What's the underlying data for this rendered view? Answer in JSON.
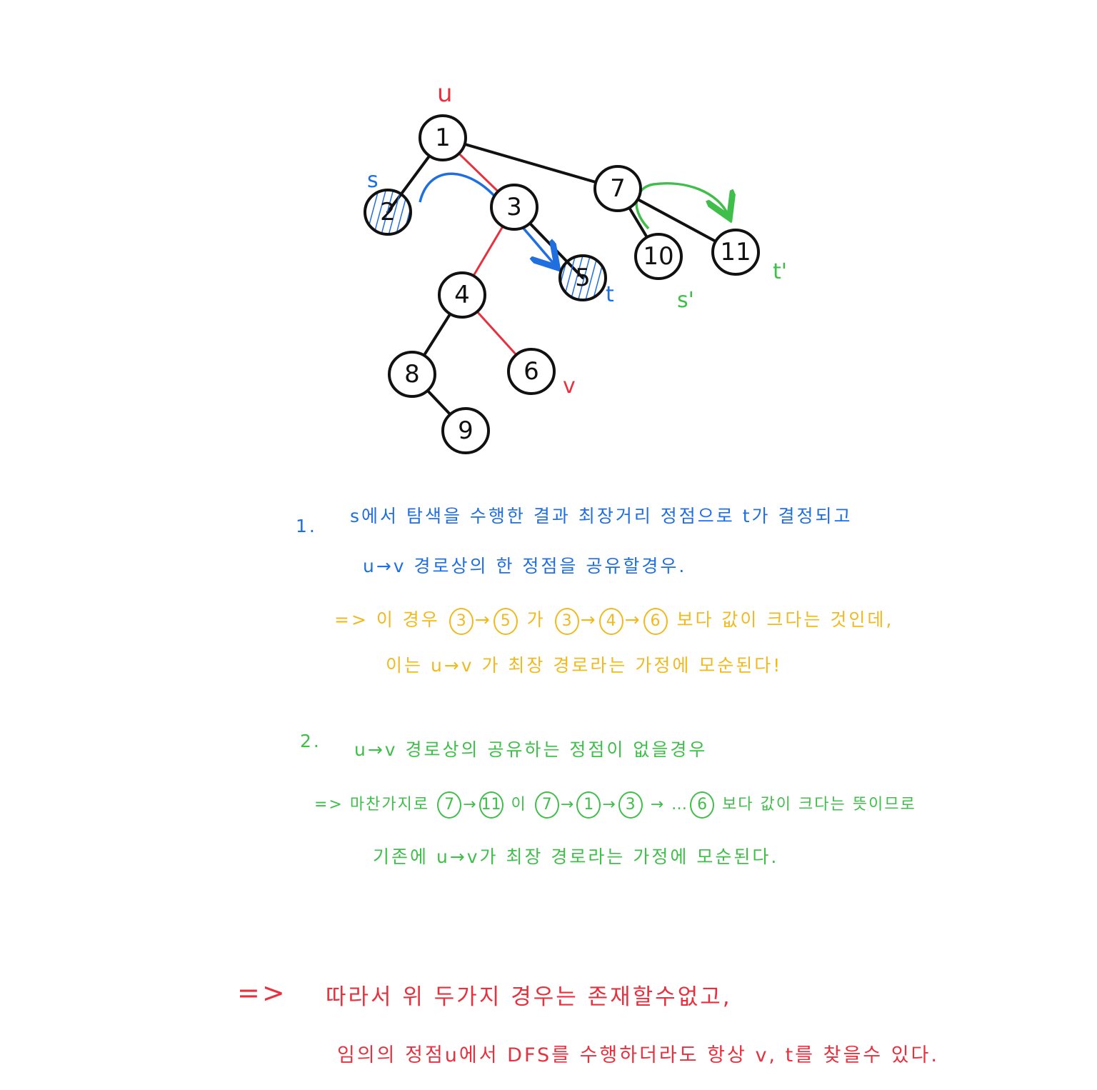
{
  "colors": {
    "black": "#111111",
    "red": "#e8313f",
    "blue": "#1f6fe0",
    "green": "#3fbe4a",
    "yellow": "#f2b91c"
  },
  "tree": {
    "nodes": [
      {
        "id": "1",
        "label": "1",
        "hatched": false
      },
      {
        "id": "2",
        "label": "2",
        "hatched": true
      },
      {
        "id": "3",
        "label": "3",
        "hatched": false
      },
      {
        "id": "4",
        "label": "4",
        "hatched": false
      },
      {
        "id": "5",
        "label": "5",
        "hatched": true
      },
      {
        "id": "6",
        "label": "6",
        "hatched": false
      },
      {
        "id": "7",
        "label": "7",
        "hatched": false
      },
      {
        "id": "8",
        "label": "8",
        "hatched": false
      },
      {
        "id": "9",
        "label": "9",
        "hatched": false
      },
      {
        "id": "10",
        "label": "10",
        "hatched": false
      },
      {
        "id": "11",
        "label": "11",
        "hatched": false
      }
    ],
    "edges": [
      {
        "from": "1",
        "to": "2",
        "color": "black"
      },
      {
        "from": "1",
        "to": "3",
        "color": "red"
      },
      {
        "from": "1",
        "to": "7",
        "color": "black"
      },
      {
        "from": "3",
        "to": "4",
        "color": "red"
      },
      {
        "from": "3",
        "to": "5",
        "color": "black"
      },
      {
        "from": "4",
        "to": "8",
        "color": "black"
      },
      {
        "from": "4",
        "to": "6",
        "color": "red"
      },
      {
        "from": "8",
        "to": "9",
        "color": "black"
      },
      {
        "from": "7",
        "to": "10",
        "color": "black"
      },
      {
        "from": "7",
        "to": "11",
        "color": "black"
      }
    ],
    "labels": {
      "u": "u",
      "v": "v",
      "s": "s",
      "t": "t",
      "s_prime": "s'",
      "t_prime": "t'"
    }
  },
  "notes": {
    "case1_num": "1.",
    "case1_line1": "s에서 탐색을 수행한 결과 최장거리 정점으로 t가 결정되고",
    "case1_line2": "u→v 경로상의 한 정점을 공유할경우.",
    "case1_conc1_prefix": "=> 이 경우",
    "case1_conc1_a": "3",
    "case1_conc1_b": "5",
    "case1_conc1_mid": "가",
    "case1_conc1_c": "3",
    "case1_conc1_d": "4",
    "case1_conc1_e": "6",
    "case1_conc1_suffix": "보다 값이 크다는 것인데,",
    "case1_conc2": "이는 u→v 가 최장 경로라는 가정에 모순된다!",
    "case2_num": "2.",
    "case2_line1": "u→v 경로상의 공유하는 정점이 없을경우",
    "case2_conc1_prefix": "=> 마찬가지로",
    "case2_conc1_a": "7",
    "case2_conc1_b": "11",
    "case2_conc1_mid": "이",
    "case2_conc1_c": "7",
    "case2_conc1_d": "1",
    "case2_conc1_e": "3",
    "case2_conc1_dots": "→ …",
    "case2_conc1_f": "6",
    "case2_conc1_suffix": "보다 값이 크다는 뜻이므로",
    "case2_conc2": "기존에 u→v가 최장 경로라는 가정에 모순된다.",
    "final_arrow": "=>",
    "final_line1": "따라서 위 두가지 경우는 존재할수없고,",
    "final_line2": "임의의 정점u에서 DFS를 수행하더라도 항상 v, t를 찾을수 있다."
  }
}
